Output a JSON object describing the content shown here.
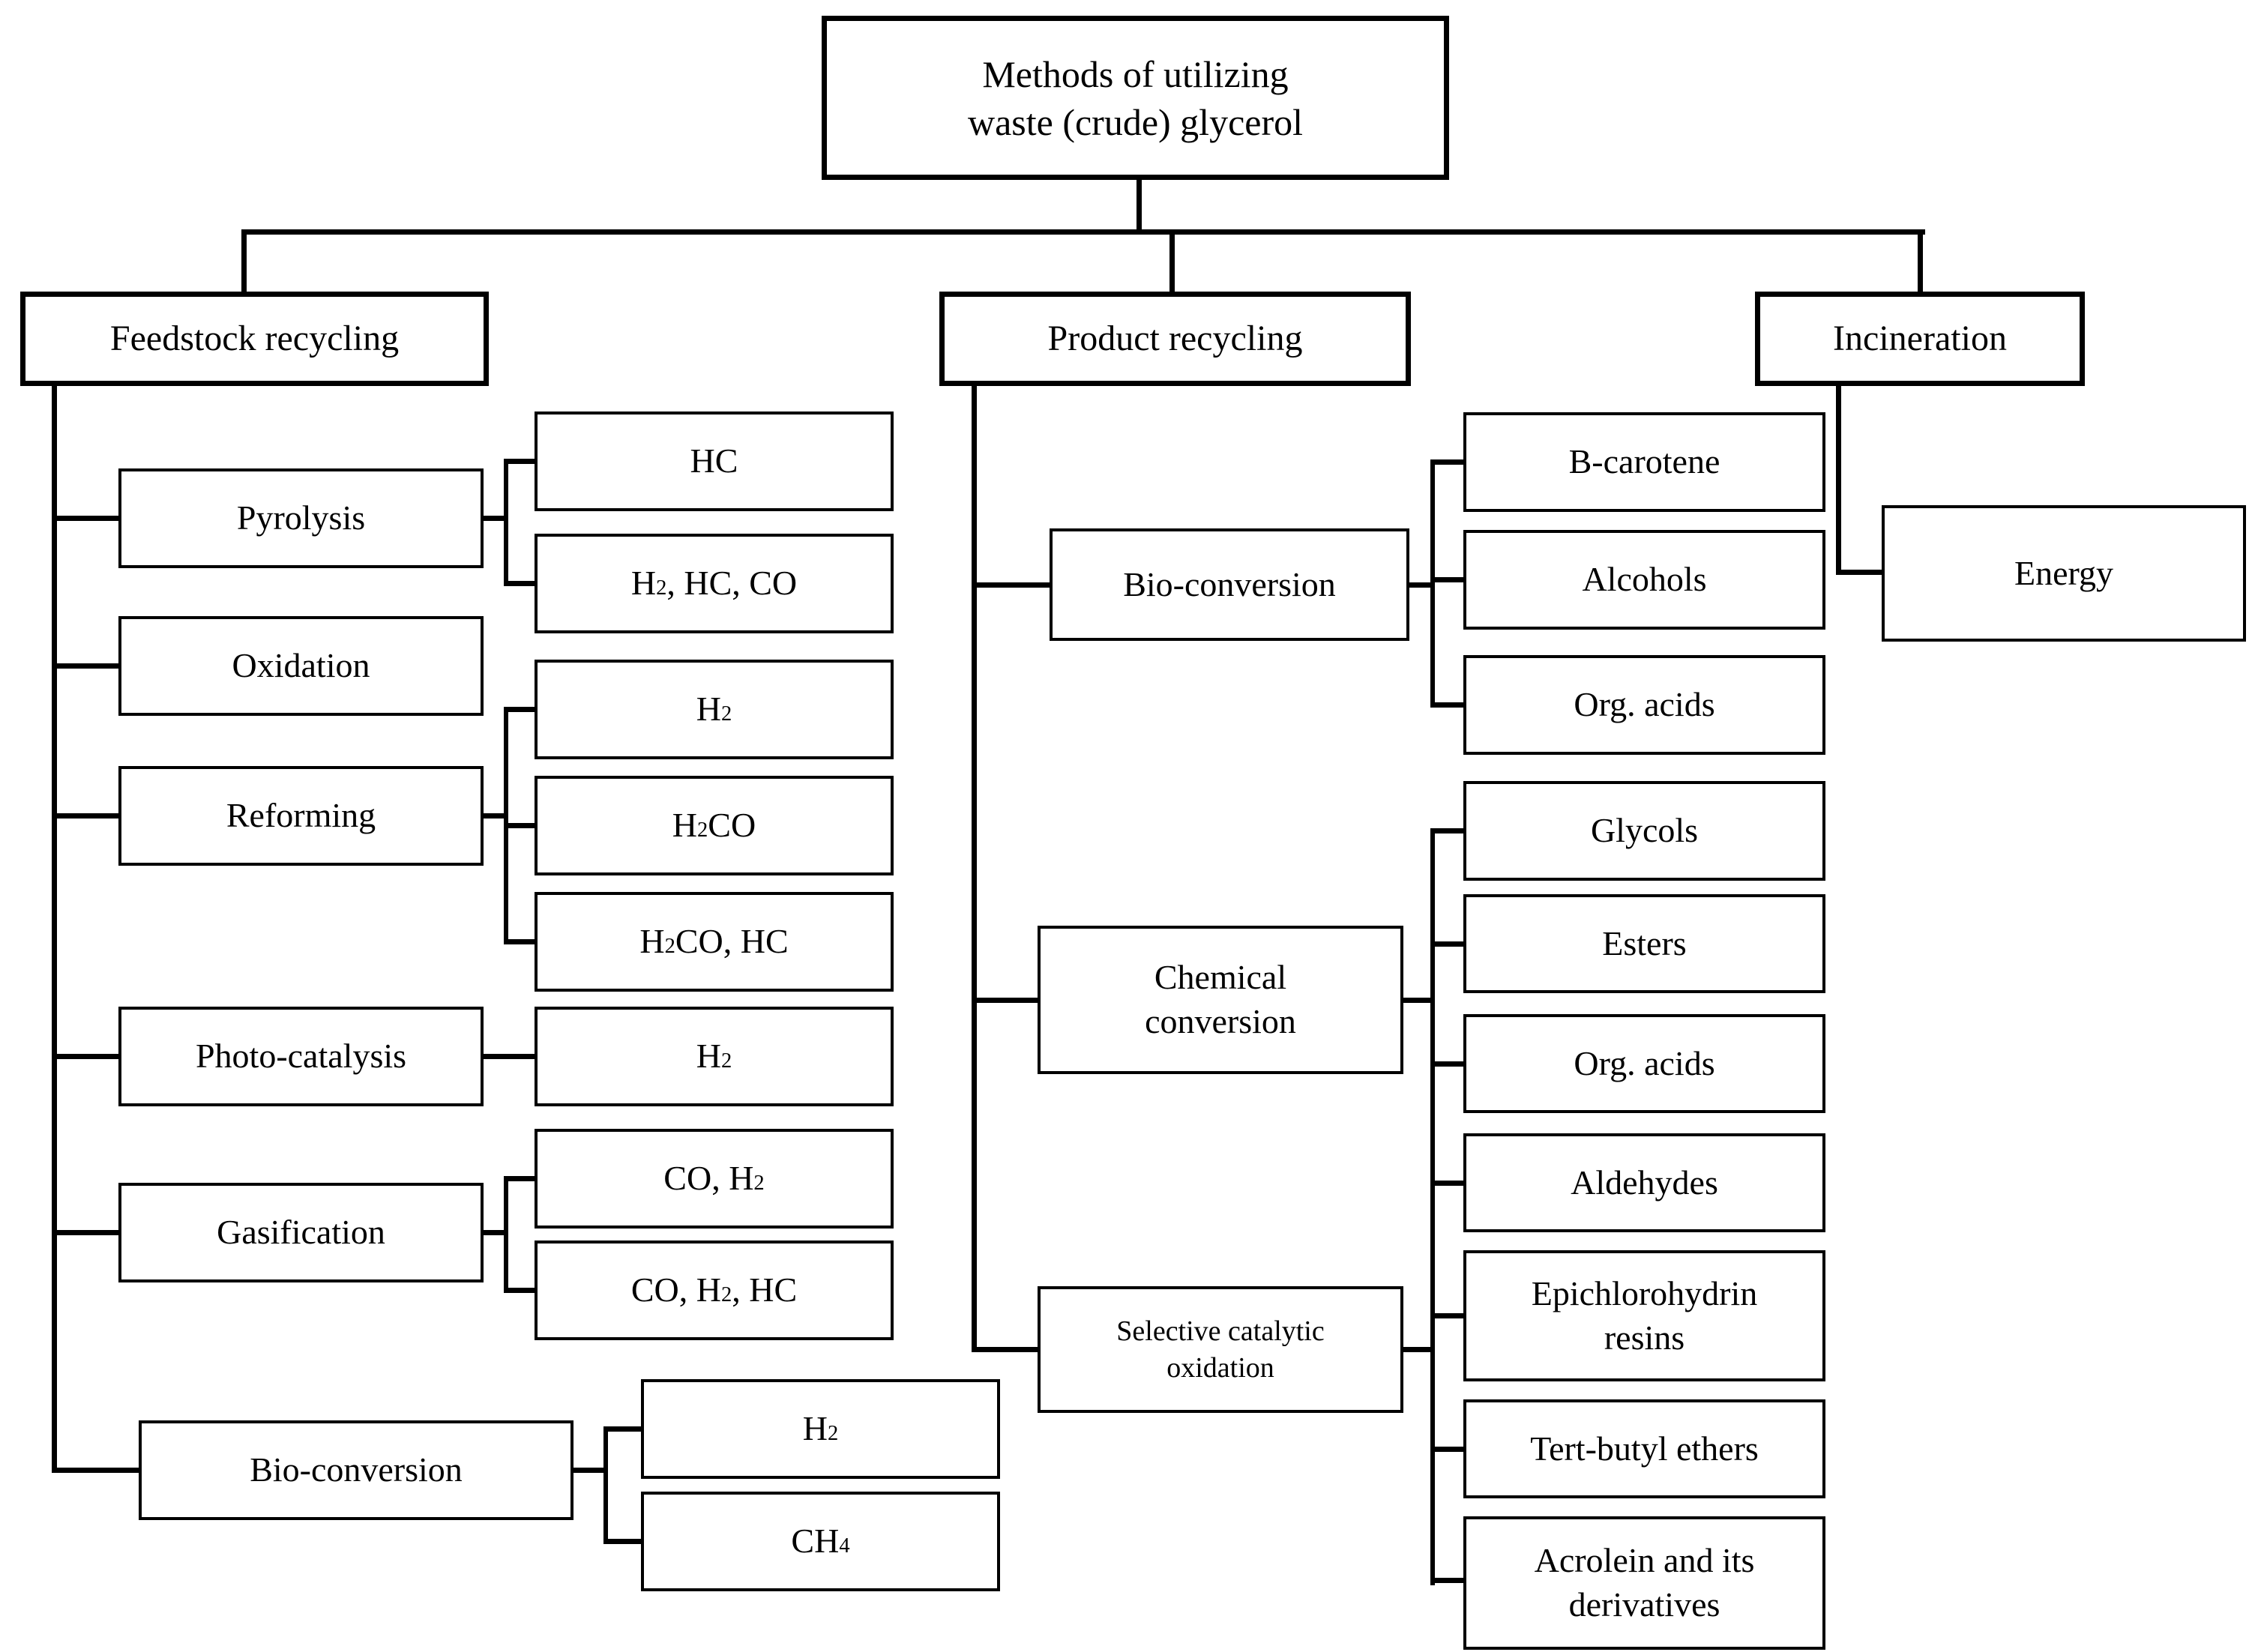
{
  "colors": {
    "line": "#000000",
    "background": "#ffffff",
    "text": "#000000"
  },
  "root": {
    "label": "Methods of utilizing\nwaste (crude) glycerol"
  },
  "branches": {
    "feedstock": {
      "label": "Feedstock recycling",
      "processes": [
        {
          "label": "Pyrolysis",
          "products": [
            "HC",
            "H{2}, HC, CO"
          ]
        },
        {
          "label": "Oxidation",
          "products": []
        },
        {
          "label": "Reforming",
          "products": [
            "H{2}",
            "H{2}CO",
            "H{2}CO, HC"
          ]
        },
        {
          "label": "Photo-catalysis",
          "products": [
            "H{2}"
          ]
        },
        {
          "label": "Gasification",
          "products": [
            "CO, H{2}",
            "CO, H{2}, HC"
          ]
        },
        {
          "label": "Bio-conversion",
          "products": [
            "H{2}",
            "CH{4}"
          ]
        }
      ]
    },
    "product_recycling": {
      "label": "Product recycling",
      "processes": [
        {
          "label": "Bio-conversion",
          "products": [
            "B-carotene",
            "Alcohols",
            "Org. acids"
          ]
        },
        {
          "label": "Chemical\nconversion",
          "products": [
            "Glycols",
            "Esters",
            "Org. acids",
            "Aldehydes"
          ]
        },
        {
          "label": "Selective catalytic\noxidation",
          "products": [
            "Epichlorohydrin\nresins",
            "Tert-butyl ethers",
            "Acrolein and its\nderivatives"
          ]
        }
      ]
    },
    "incineration": {
      "label": "Incineration",
      "products": [
        "Energy"
      ]
    }
  }
}
